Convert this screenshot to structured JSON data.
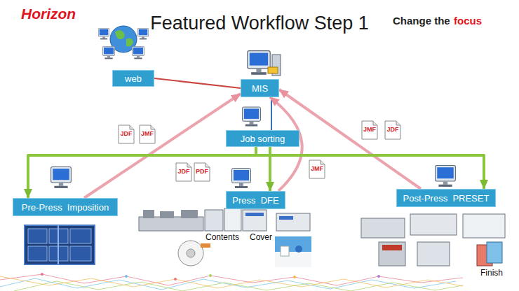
{
  "diagram": {
    "title": "Featured Workflow Step 1",
    "nodes": [
      {
        "text": [
          "web"
        ]
      },
      {
        "text": [
          "MIS"
        ]
      },
      {
        "text": [
          "Job sorting"
        ]
      },
      {
        "text": [
          "Pre-Press  Imposition"
        ]
      },
      {
        "text": [
          "Press  DFE"
        ]
      },
      {
        "text": [
          "Post-Press  PRESET"
        ]
      }
    ],
    "edges": [
      {
        "from": 0,
        "to": 1,
        "arrow": "none"
      },
      {
        "from": 1,
        "to": 2,
        "arrow": "none"
      },
      {
        "from": 3,
        "to": 1,
        "arrow": "to"
      },
      {
        "from": 4,
        "to": 1,
        "arrow": "to"
      },
      {
        "from": 5,
        "to": 1,
        "arrow": "to"
      },
      {
        "from": 2,
        "to": 3,
        "arrow": "to"
      },
      {
        "from": 2,
        "to": 4,
        "arrow": "to"
      },
      {
        "from": 2,
        "to": 5,
        "arrow": "to"
      }
    ],
    "labels": [
      "Horizon",
      "Change the",
      "focus",
      "JDF",
      "JMF",
      "JDF",
      "PDF",
      "JMF",
      "JMF",
      "JDF",
      "Contents",
      "Cover",
      "Finish"
    ]
  }
}
